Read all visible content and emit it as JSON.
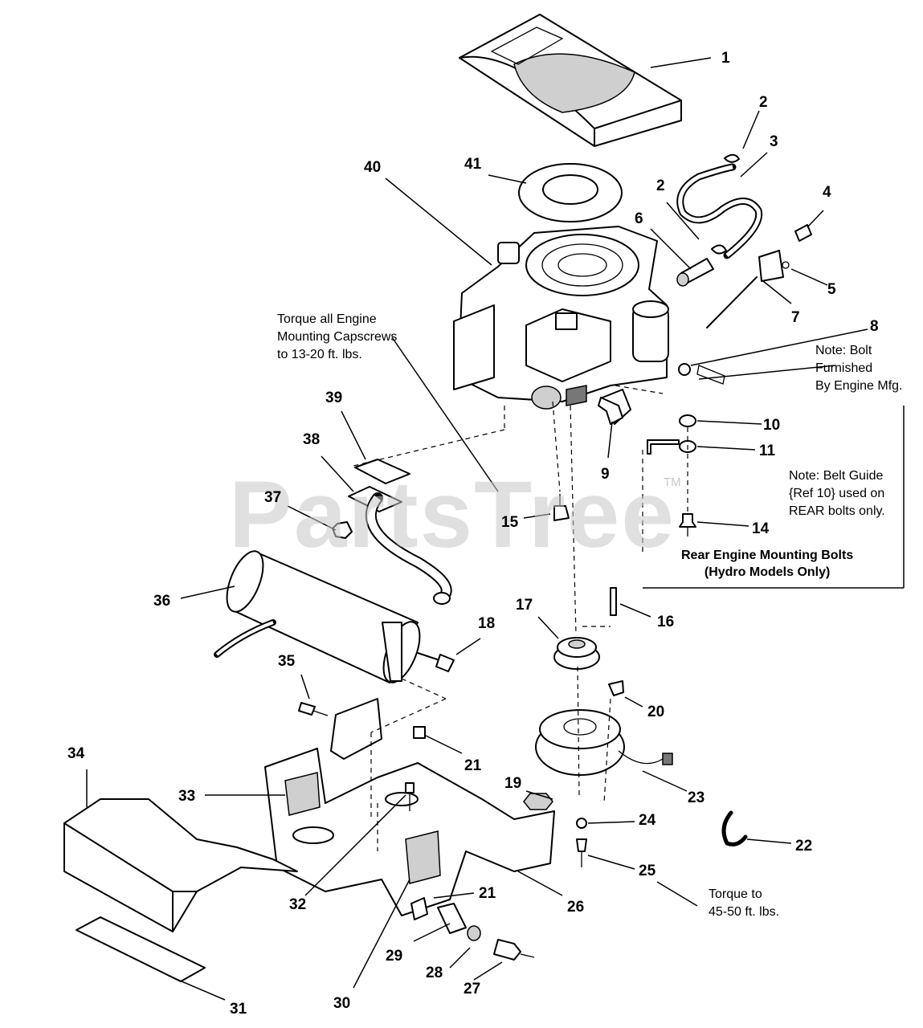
{
  "watermark": {
    "text": "PartsTree",
    "trademark": "TM"
  },
  "part_labels": [
    "1",
    "2",
    "3",
    "2",
    "4",
    "6",
    "5",
    "7",
    "8",
    "40",
    "41",
    "10",
    "11",
    "9",
    "14",
    "15",
    "16",
    "17",
    "18",
    "19",
    "20",
    "21",
    "21",
    "22",
    "23",
    "24",
    "25",
    "26",
    "27",
    "28",
    "29",
    "30",
    "31",
    "32",
    "33",
    "34",
    "35",
    "36",
    "37",
    "38",
    "39"
  ],
  "notes": {
    "torque_engine": [
      "Torque all Engine",
      "Mounting Capscrews",
      "to 13-20 ft. lbs."
    ],
    "bolt_furnished": [
      "Note: Bolt",
      "Furnished",
      "By Engine Mfg."
    ],
    "belt_guide": [
      "Note: Belt Guide",
      "{Ref 10} used on",
      "REAR bolts only."
    ],
    "rear_bolts": [
      "Rear Engine Mounting Bolts",
      "(Hydro Models Only)"
    ],
    "torque_clutch": [
      "Torque to",
      "45-50 ft. lbs."
    ]
  }
}
